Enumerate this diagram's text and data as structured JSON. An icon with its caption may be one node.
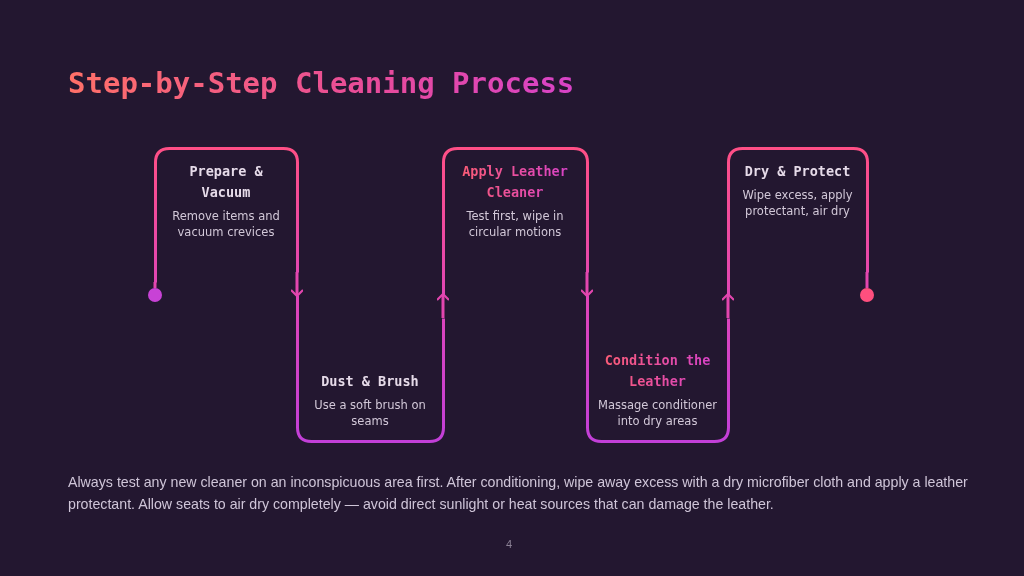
{
  "diagram": {
    "title": "Step-by-Step Cleaning Process",
    "nodes": [
      {
        "text": [],
        "shape": "circle"
      },
      {
        "text": [
          "Prepare & Vacuum",
          "Remove items and vacuum crevices"
        ]
      },
      {
        "text": [
          "Dust & Brush",
          "Use a soft brush on seams"
        ]
      },
      {
        "text": [
          "Apply Leather Cleaner",
          "Test first, wipe in circular motions"
        ]
      },
      {
        "text": [
          "Condition the Leather",
          "Massage conditioner into dry areas"
        ]
      },
      {
        "text": [
          "Dry & Protect",
          "Wipe excess, apply protectant, air dry"
        ]
      },
      {
        "text": [],
        "shape": "circle"
      }
    ],
    "edges": [
      {
        "from": 0,
        "to": 1,
        "arrow": "none"
      },
      {
        "from": 1,
        "to": 2,
        "arrow": "to"
      },
      {
        "from": 2,
        "to": 3,
        "arrow": "to"
      },
      {
        "from": 3,
        "to": 4,
        "arrow": "to"
      },
      {
        "from": 4,
        "to": 5,
        "arrow": "to"
      },
      {
        "from": 5,
        "to": 6,
        "arrow": "none"
      }
    ],
    "labels": [
      "Always test any new cleaner on an inconspicuous area first. After conditioning, wipe away excess with a dry microfiber cloth and apply a leather protectant. Allow seats to air dry completely — avoid direct sunlight or heat sources that can damage the leather.",
      "4"
    ]
  }
}
